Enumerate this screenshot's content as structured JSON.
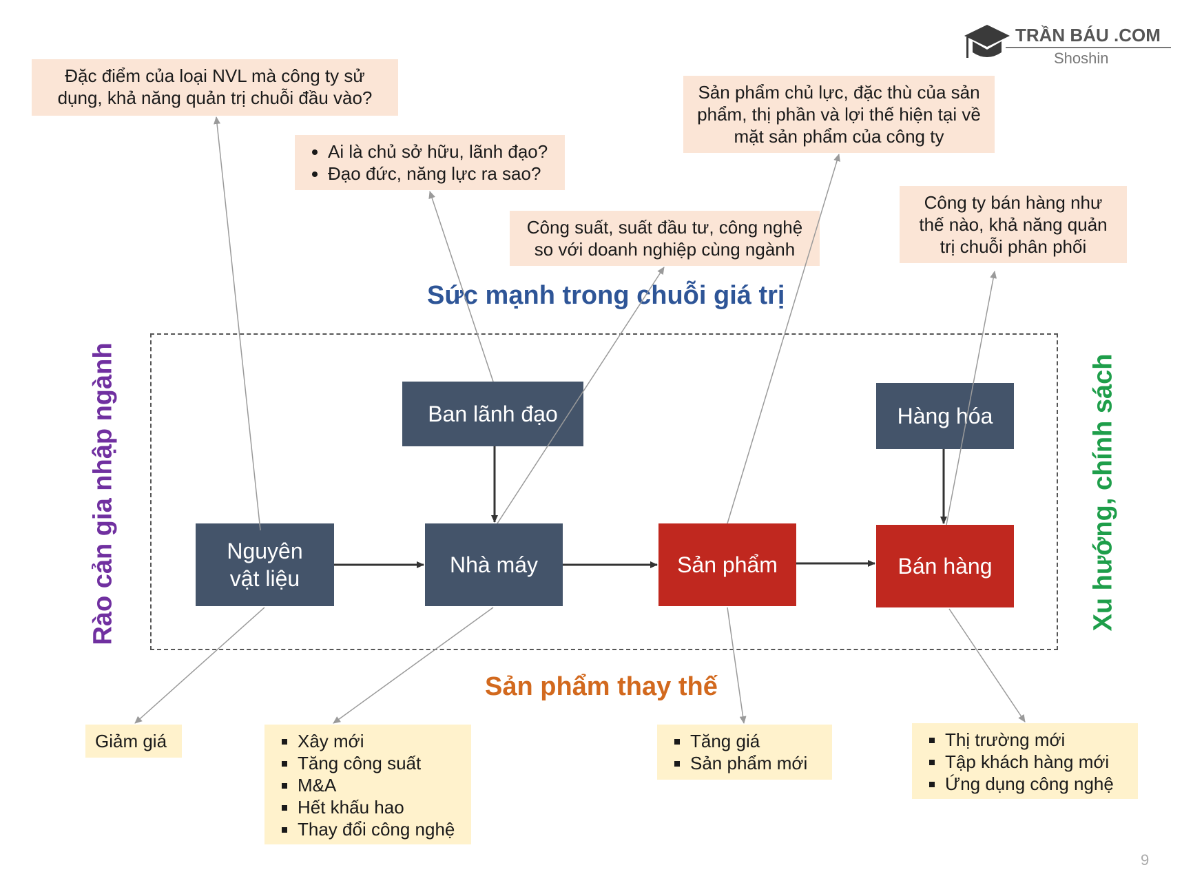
{
  "logo": {
    "brand": "TRẦN BÁU .COM",
    "sub": "Shoshin"
  },
  "page_number": "9",
  "colors": {
    "dark_box": "#44546a",
    "red_box": "#c0281f",
    "note_pink": "#fbe5d6",
    "note_yellow": "#fff2cc",
    "title_blue": "#2e5597",
    "title_orange": "#d2691e",
    "left_purple": "#7030a0",
    "right_green": "#1e9e4a"
  },
  "titles": {
    "value_chain": "Sức mạnh trong chuỗi giá trị",
    "substitutes": "Sản phẩm thay thế",
    "entry_barrier": "Rào cản gia nhập ngành",
    "trends": "Xu hướng, chính sách"
  },
  "nodes": {
    "raw_material": "Nguyên vật liệu",
    "management": "Ban lãnh đạo",
    "factory": "Nhà máy",
    "product": "Sản phẩm",
    "goods": "Hàng hóa",
    "sales": "Bán hàng"
  },
  "notes_top": {
    "raw_material": "Đặc điểm của loại NVL mà công ty sử dụng, khả năng quản trị chuỗi đầu vào?",
    "management": [
      "Ai là chủ sở hữu, lãnh đạo?",
      "Đạo đức, năng lực ra sao?"
    ],
    "factory": "Công suất, suất đầu tư, công nghệ so với doanh nghiệp cùng ngành",
    "product": "Sản phẩm chủ lực, đặc thù của sản phẩm, thị phần và lợi thế hiện tại về mặt sản phẩm của công ty",
    "sales": "Công ty bán hàng như thế nào, khả năng quản trị chuỗi phân phối"
  },
  "notes_bottom": {
    "raw_material": "Giảm giá",
    "factory": [
      "Xây mới",
      "Tăng công suất",
      "M&A",
      "Hết khấu hao",
      "Thay đổi công nghệ"
    ],
    "product": [
      "Tăng giá",
      "Sản phẩm mới"
    ],
    "sales": [
      "Thị trường mới",
      "Tập khách hàng mới",
      "Ứng dụng công nghệ"
    ]
  }
}
